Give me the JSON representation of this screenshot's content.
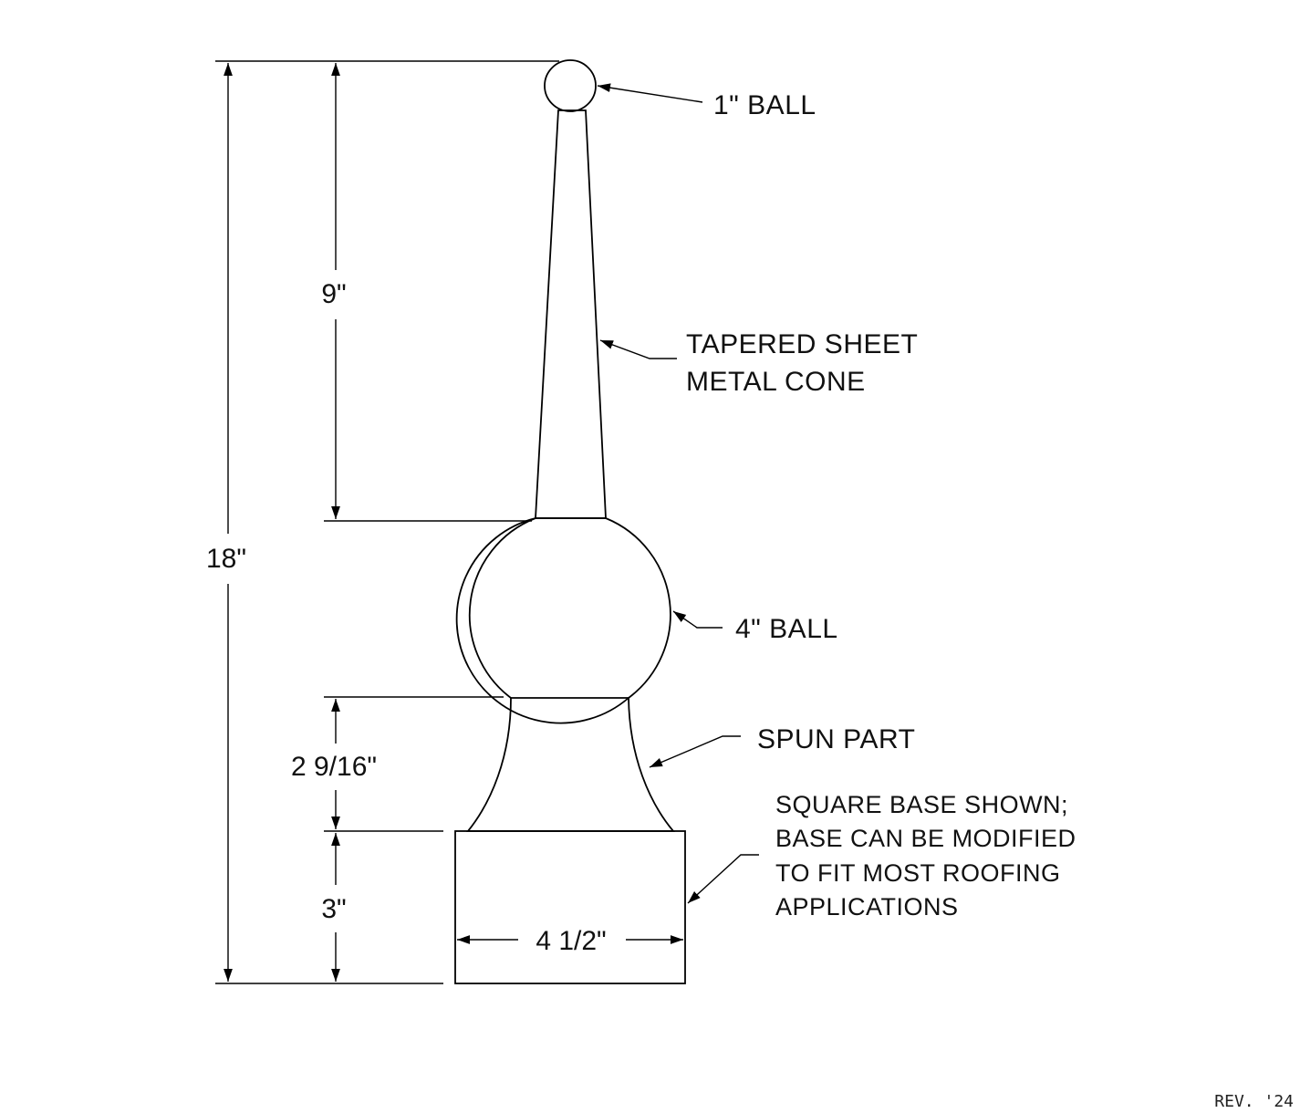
{
  "dimensions": {
    "overall_height": "18\"",
    "cone_height": "9\"",
    "spun_height": "2 9/16\"",
    "base_height": "3\"",
    "base_width": "4 1/2\""
  },
  "labels": {
    "top_ball": "1\" BALL",
    "cone_line1": "TAPERED SHEET",
    "cone_line2": "METAL CONE",
    "mid_ball": "4\" BALL",
    "spun": "SPUN PART",
    "base_note": [
      "SQUARE BASE SHOWN;",
      "BASE CAN BE MODIFIED",
      "TO FIT MOST ROOFING",
      "APPLICATIONS"
    ]
  },
  "revision": "REV. '24"
}
